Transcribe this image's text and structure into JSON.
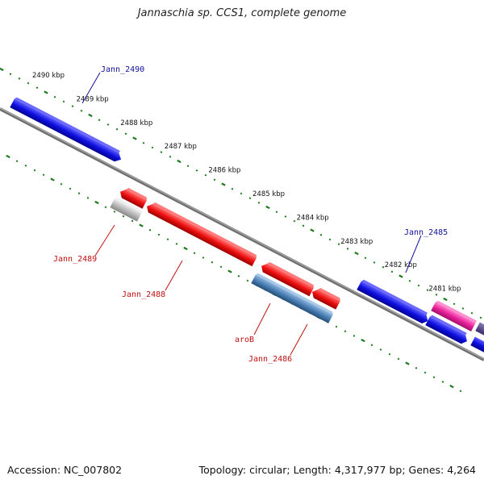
{
  "title": "Jannaschia sp. CCS1, complete genome",
  "footer": {
    "accession": "Accession: NC_007802",
    "summary": "Topology: circular; Length: 4,317,977 bp; Genes: 4,264"
  },
  "colors": {
    "forward_gene": "#1010e0",
    "reverse_gene": "#ee1010",
    "rna_gene": "#4a7fb4",
    "pseudo_gene": "#b8b8b8",
    "other_gene": "#e8209a",
    "ruler_dots": "#1c7a1c",
    "backbone": "#808080",
    "label_forward": "#10109a",
    "label_reverse": "#c01010"
  },
  "ruler_ticks": [
    "2490 kbp",
    "2489 kbp",
    "2488 kbp",
    "2487 kbp",
    "2486 kbp",
    "2485 kbp",
    "2484 kbp",
    "2483 kbp",
    "2482 kbp",
    "2481 kbp"
  ],
  "gene_labels": {
    "jann_2490": "Jann_2490",
    "jann_2485": "Jann_2485",
    "jann_2489": "Jann_2489",
    "jann_2488": "Jann_2488",
    "arob": "aroB",
    "jann_2486": "Jann_2486"
  }
}
